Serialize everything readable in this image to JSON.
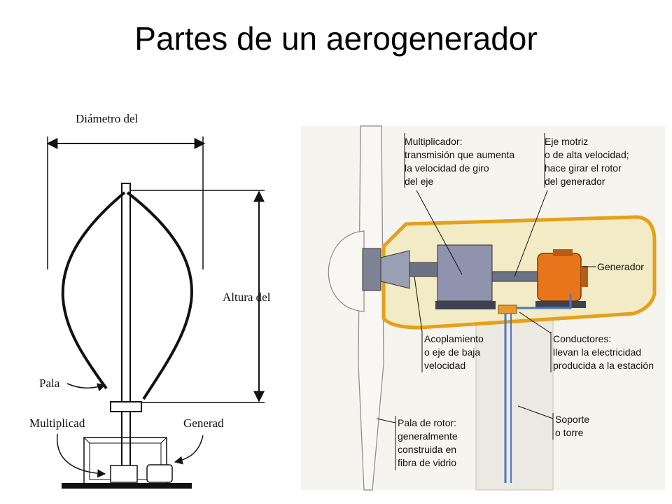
{
  "title": "Partes de un aerogenerador",
  "left_diagram": {
    "diametro": "Diámetro del",
    "altura": "Altura del",
    "pala": "Pala",
    "multiplicador": "Multiplicad",
    "generador": "Generad"
  },
  "right_diagram": {
    "multiplicador": [
      "Multiplicador:",
      "transmisión que aumenta",
      "la velocidad de giro",
      "del eje"
    ],
    "eje_motriz": [
      "Eje motriz",
      "o de alta velocidad;",
      "hace girar el rotor",
      "del generador"
    ],
    "generador": "Generador",
    "acoplamiento": [
      "Acoplamiento",
      "o eje de baja",
      "velocidad"
    ],
    "conductores": [
      "Conductores:",
      "llevan la electricidad",
      "producida a la estación"
    ],
    "soporte": [
      "Soporte",
      "o torre"
    ],
    "pala_rotor": [
      "Pala de rotor:",
      "generalmente",
      "construida en",
      "fibra de vidrio"
    ]
  },
  "colors": {
    "nacelle_fill": "#f2ebc6",
    "nacelle_border": "#e6a019",
    "generator": "#e8751c",
    "gearbox": "#8f93ad",
    "cable": "#4a78c8"
  }
}
